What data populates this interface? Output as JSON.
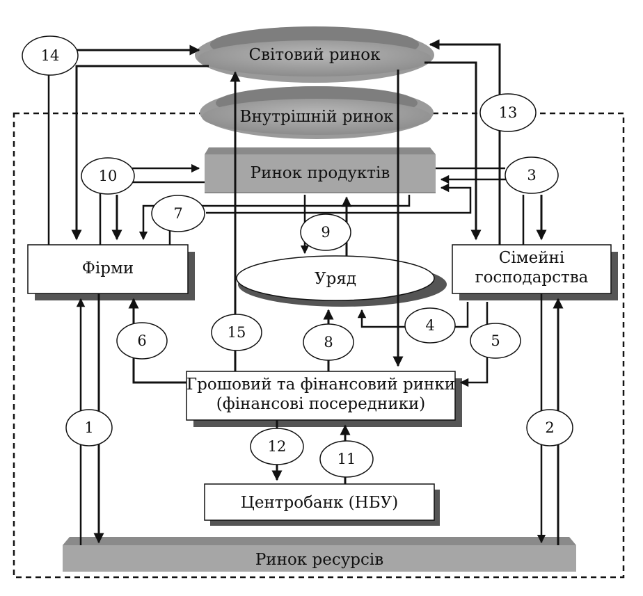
{
  "nodes": {
    "world_market": "Світовий ринок",
    "domestic_market": "Внутрішній ринок",
    "product_market": "Ринок продуктів",
    "firms": "Фірми",
    "households_line1": "Сімейні",
    "households_line2": "господарства",
    "government": "Уряд",
    "money_market_line1": "Грошовий та фінансовий ринки",
    "money_market_line2": "(фінансові посередники)",
    "central_bank": "Центробанк (НБУ)",
    "resource_market": "Ринок ресурсів"
  },
  "flows": [
    "1",
    "2",
    "3",
    "4",
    "5",
    "6",
    "7",
    "8",
    "9",
    "10",
    "11",
    "12",
    "13",
    "14",
    "15"
  ]
}
